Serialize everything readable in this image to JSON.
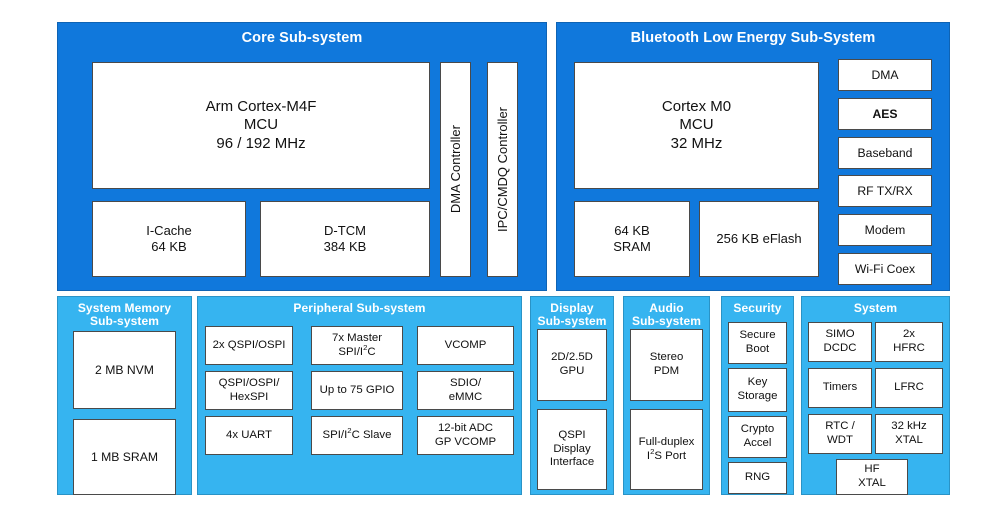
{
  "diagram": {
    "title_colors": {
      "primary_blue": "#1078DC",
      "light_blue": "#36B4F0",
      "box_fill": "#FFFFFF",
      "box_border": "#4A4A4A",
      "title_text": "#FFFFFF",
      "box_text": "#111111"
    }
  },
  "core": {
    "title": "Core Sub-system",
    "mcu": {
      "line1": "Arm Cortex-M4F",
      "line2": "MCU",
      "line3": "96 / 192 MHz"
    },
    "icache": {
      "line1": "I-Cache",
      "line2": "64 KB"
    },
    "dtcm": {
      "line1": "D-TCM",
      "line2": "384 KB"
    },
    "dma_controller": "DMA Controller",
    "ipc_controller": "IPC/CMDQ Controller"
  },
  "ble": {
    "title": "Bluetooth Low Energy Sub-System",
    "mcu": {
      "line1": "Cortex M0",
      "line2": "MCU",
      "line3": "32 MHz"
    },
    "sram": {
      "line1": "64 KB",
      "line2": "SRAM"
    },
    "eflash": "256 KB eFlash",
    "blocks": [
      {
        "label": "DMA",
        "bold": false
      },
      {
        "label": "AES",
        "bold": true
      },
      {
        "label": "Baseband",
        "bold": false
      },
      {
        "label": "RF TX/RX",
        "bold": false
      },
      {
        "label": "Modem",
        "bold": false
      },
      {
        "label": "Wi-Fi Coex",
        "bold": false
      }
    ]
  },
  "system_memory": {
    "title_line1": "System Memory",
    "title_line2": "Sub-system",
    "blocks": [
      "2 MB NVM",
      "1 MB SRAM"
    ]
  },
  "peripheral": {
    "title": "Peripheral Sub-system",
    "blocks": [
      {
        "id": "qspi-ospi",
        "html": "2x QSPI/OSPI"
      },
      {
        "id": "master-spi",
        "html": "7x Master<br>SPI/I<sup>2</sup>C"
      },
      {
        "id": "vcomp",
        "html": "VCOMP"
      },
      {
        "id": "hexspi",
        "html": "QSPI/OSPI/<br>HexSPI"
      },
      {
        "id": "gpio",
        "html": "Up to 75 GPIO"
      },
      {
        "id": "sdio-emmc",
        "html": "SDIO/<br>eMMC"
      },
      {
        "id": "uart",
        "html": "4x UART"
      },
      {
        "id": "spi-slave",
        "html": "SPI/I<sup>2</sup>C Slave"
      },
      {
        "id": "adc",
        "html": "12-bit ADC<br>GP VCOMP"
      }
    ]
  },
  "display": {
    "title_line1": "Display",
    "title_line2": "Sub-system",
    "blocks": [
      {
        "id": "gpu",
        "html": "2D/2.5D<br>GPU"
      },
      {
        "id": "qspi-display",
        "html": "QSPI<br>Display<br>Interface"
      }
    ]
  },
  "audio": {
    "title_line1": "Audio",
    "title_line2": "Sub-system",
    "blocks": [
      {
        "id": "pdm",
        "html": "Stereo<br>PDM"
      },
      {
        "id": "i2s",
        "html": "Full-duplex<br>I<sup>2</sup>S Port"
      }
    ]
  },
  "security": {
    "title": "Security",
    "blocks": [
      {
        "id": "secure-boot",
        "html": "Secure<br>Boot"
      },
      {
        "id": "key-storage",
        "html": "Key<br>Storage"
      },
      {
        "id": "crypto-accel",
        "html": "Crypto<br>Accel"
      },
      {
        "id": "rng",
        "html": "RNG"
      }
    ]
  },
  "system": {
    "title": "System",
    "blocks": [
      {
        "id": "simo-dcdc",
        "html": "SIMO<br>DCDC"
      },
      {
        "id": "hfrc",
        "html": "2x<br>HFRC"
      },
      {
        "id": "timers",
        "html": "Timers"
      },
      {
        "id": "lfrc",
        "html": "LFRC"
      },
      {
        "id": "rtc-wdt",
        "html": "RTC /<br>WDT"
      },
      {
        "id": "xtal-32k",
        "html": "32 kHz<br>XTAL"
      }
    ],
    "wide_block": {
      "id": "hf-xtal",
      "html": "HF<br>XTAL"
    }
  }
}
